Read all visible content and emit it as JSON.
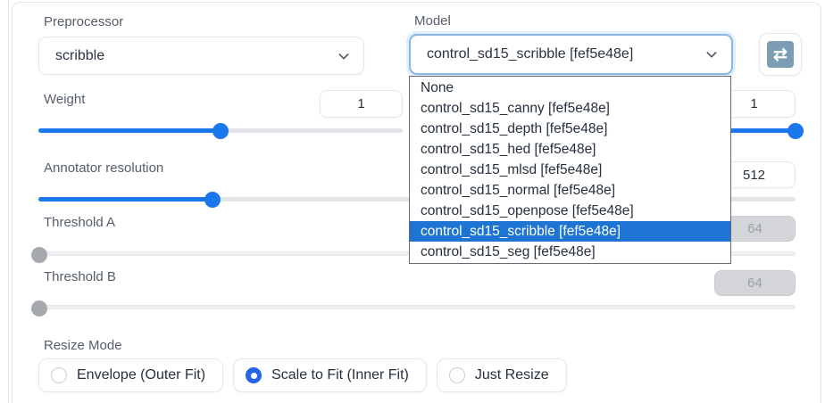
{
  "preprocessor": {
    "label": "Preprocessor",
    "value": "scribble"
  },
  "model": {
    "label": "Model",
    "value": "control_sd15_scribble [fef5e48e]"
  },
  "model_menu": {
    "options": [
      "None",
      "control_sd15_canny [fef5e48e]",
      "control_sd15_depth [fef5e48e]",
      "control_sd15_hed [fef5e48e]",
      "control_sd15_mlsd [fef5e48e]",
      "control_sd15_normal [fef5e48e]",
      "control_sd15_openpose [fef5e48e]",
      "control_sd15_scribble [fef5e48e]",
      "control_sd15_seg [fef5e48e]"
    ],
    "selected_index": 7,
    "selected_option": "control_sd15_scribble [fef5e48e]"
  },
  "weight": {
    "label": "Weight",
    "value": "1",
    "slider_percent": 50
  },
  "strength": {
    "value": "1",
    "slider_percent": 100
  },
  "annotator_resolution": {
    "label": "Annotator resolution",
    "value": "512",
    "slider_percent": 23
  },
  "threshold_a": {
    "label": "Threshold A",
    "value": "64",
    "slider_percent": 0,
    "disabled": true
  },
  "threshold_b": {
    "label": "Threshold B",
    "value": "64",
    "slider_percent": 0,
    "disabled": true
  },
  "resize_mode": {
    "label": "Resize Mode",
    "options": [
      {
        "label": "Envelope (Outer Fit)",
        "selected": false
      },
      {
        "label": "Scale to Fit (Inner Fit)",
        "selected": true
      },
      {
        "label": "Just Resize",
        "selected": false
      }
    ]
  },
  "icons": {
    "refresh_glyph": "⇄"
  },
  "colors": {
    "accent_blue": "#1a78ec",
    "menu_selected_blue": "#1e74d2",
    "radio_blue": "#2563eb",
    "border_gray": "#e5e7eb",
    "disabled_gray": "#d3d5d8",
    "refresh_icon_bg": "#7d9db5"
  }
}
